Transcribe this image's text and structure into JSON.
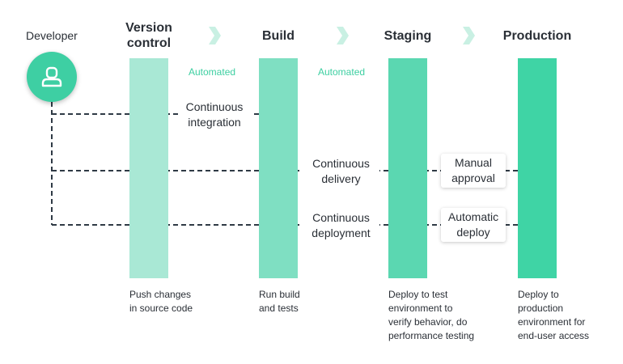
{
  "developer": {
    "label": "Developer",
    "icon": "user-icon"
  },
  "stages": [
    {
      "title_line1": "Version",
      "title_line2": "control",
      "description": [
        "Push changes",
        "in source code"
      ],
      "color": "#a9e8d5"
    },
    {
      "title_line1": "Build",
      "description": [
        "Run build",
        "and tests"
      ],
      "color": "#7fdfc2"
    },
    {
      "title_line1": "Staging",
      "description": [
        "Deploy to test",
        "environment to",
        "verify behavior, do",
        "performance testing"
      ],
      "color": "#5bd7b1"
    },
    {
      "title_line1": "Production",
      "description": [
        "Deploy to",
        "production",
        "environment for",
        "end-user access"
      ],
      "color": "#3fd4a5"
    }
  ],
  "automated_labels": [
    "Automated",
    "Automated"
  ],
  "flows": {
    "ci": {
      "line1": "Continuous",
      "line2": "integration"
    },
    "delivery": {
      "line1": "Continuous",
      "line2": "delivery",
      "box_line1": "Manual",
      "box_line2": "approval"
    },
    "deployment": {
      "line1": "Continuous",
      "line2": "deployment",
      "box_line1": "Automatic",
      "box_line2": "deploy"
    }
  },
  "colors": {
    "accent": "#3ecfa3",
    "line": "#2f3a45",
    "chevron": "#c9f0e3"
  }
}
